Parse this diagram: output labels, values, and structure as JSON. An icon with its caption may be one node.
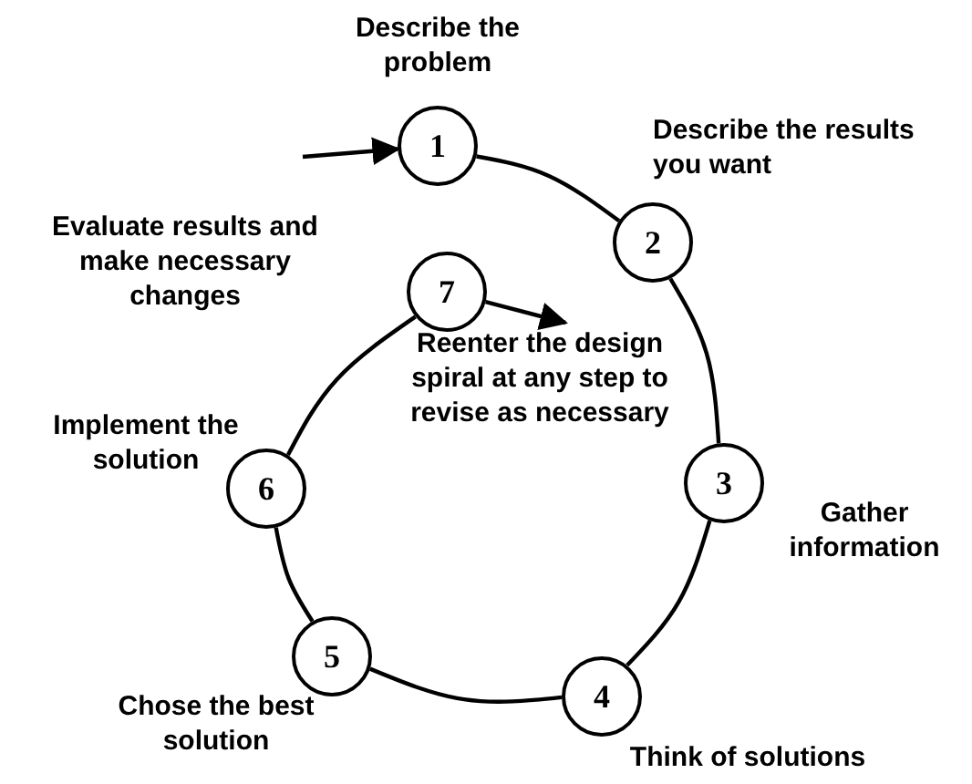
{
  "diagram": {
    "nodes": [
      {
        "text": [
          "1"
        ],
        "beside": [
          "Describe the problem"
        ]
      },
      {
        "text": [
          "2"
        ],
        "beside": [
          "Describe the results you want"
        ]
      },
      {
        "text": [
          "3"
        ],
        "beside": [
          "Gather information"
        ]
      },
      {
        "text": [
          "4"
        ],
        "beside": [
          "Think of solutions"
        ]
      },
      {
        "text": [
          "5"
        ],
        "beside": [
          "Chose the best solution"
        ]
      },
      {
        "text": [
          "6"
        ],
        "beside": [
          "Implement the solution"
        ]
      },
      {
        "text": [
          "7"
        ],
        "beside": [
          "Evaluate results and make necessary changes"
        ]
      },
      {
        "text": [
          "Reenter the design spiral at any step to revise as necessary"
        ]
      }
    ],
    "edges": [
      {
        "from": null,
        "to": 0,
        "arrow": "to"
      },
      {
        "from": 0,
        "to": 1,
        "arrow": "none"
      },
      {
        "from": 1,
        "to": 2,
        "arrow": "none"
      },
      {
        "from": 2,
        "to": 3,
        "arrow": "none"
      },
      {
        "from": 3,
        "to": 4,
        "arrow": "none"
      },
      {
        "from": 4,
        "to": 5,
        "arrow": "none"
      },
      {
        "from": 5,
        "to": 6,
        "arrow": "none"
      },
      {
        "from": 6,
        "to": 7,
        "arrow": "to"
      }
    ]
  }
}
